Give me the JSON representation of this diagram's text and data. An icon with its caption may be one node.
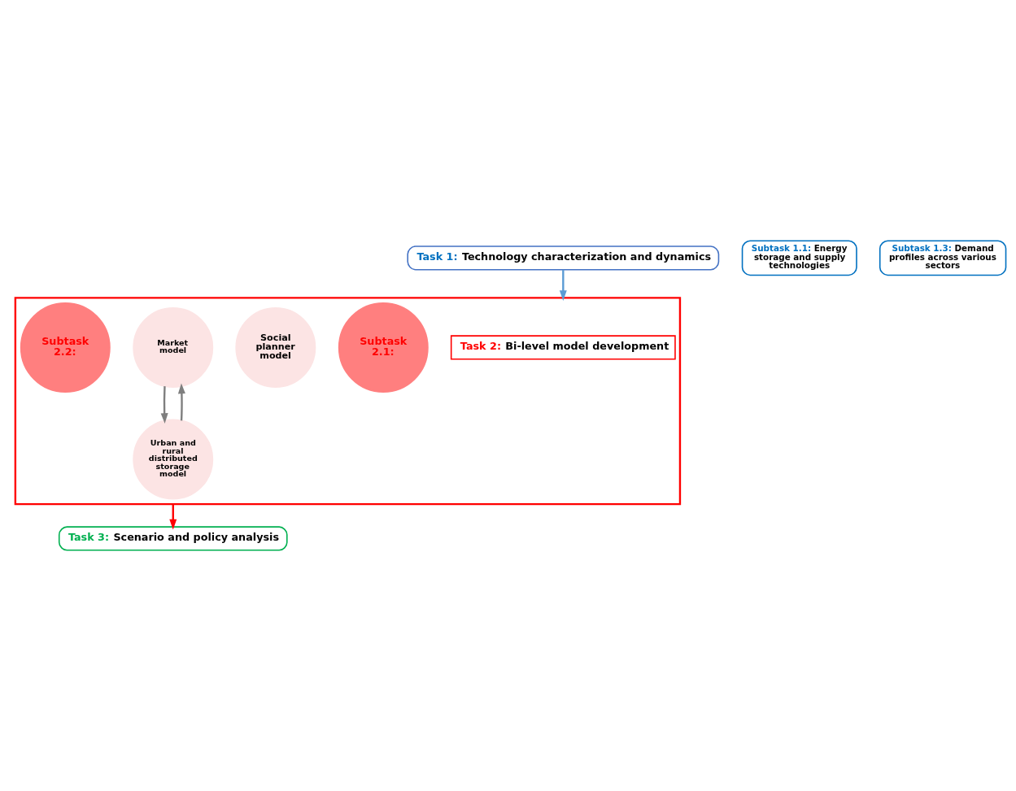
{
  "diagram": {
    "nodes": [
      {
        "text": [
          "Task 1: Technology characterization and dynamics"
        ]
      },
      {
        "text": [
          "Subtask 1.1: Energy storage and supply technologies"
        ]
      },
      {
        "text": [
          "Subtask 1.3: Demand profiles across various sectors"
        ]
      },
      {
        "text": [],
        "shape": "box"
      },
      {
        "text": [
          "Task 2: Bi-level model development"
        ],
        "in": 3
      },
      {
        "text": [
          "Subtask 2.1:"
        ],
        "in": 3
      },
      {
        "text": [
          "Social planner model"
        ],
        "in": 3
      },
      {
        "text": [
          "Market model"
        ],
        "in": 3
      },
      {
        "text": [
          "Subtask 2.2:"
        ],
        "in": 3
      },
      {
        "text": [
          "Urban and rural distributed storage model"
        ],
        "in": 3
      },
      {
        "text": [
          "Task 3: Scenario and policy analysis"
        ]
      }
    ],
    "edges": [
      {
        "from": 0,
        "to": 3,
        "arrow": "to",
        "color": "#5b9bd5"
      },
      {
        "from": 3,
        "to": 10,
        "arrow": "to",
        "color": "#ff0000"
      },
      {
        "from": 9,
        "to": 7,
        "arrow": "to",
        "color": "#7f7f7f"
      },
      {
        "from": 7,
        "to": 9,
        "arrow": "to",
        "color": "#7f7f7f"
      }
    ]
  }
}
